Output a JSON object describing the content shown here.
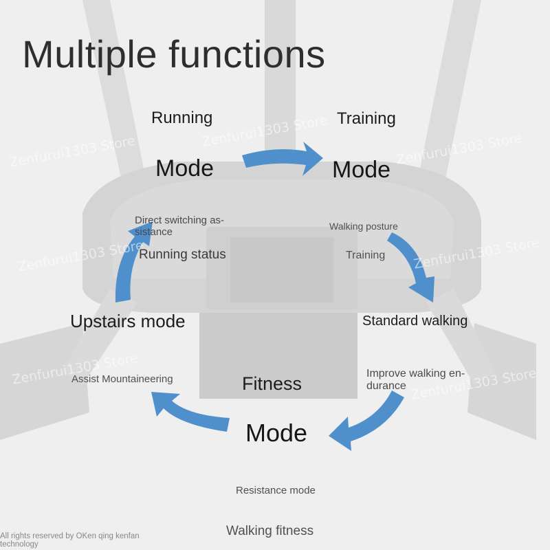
{
  "title": "Multiple functions",
  "modes": {
    "running": {
      "label": "Running",
      "mode": "Mode",
      "description": "Direct switching as-sistance",
      "status": "Running status"
    },
    "training": {
      "label": "Training",
      "mode": "Mode",
      "posture": "Walking posture",
      "sub": "Training",
      "standard": "Standard walking"
    },
    "fitness": {
      "label": "Fitness",
      "mode": "Mode",
      "endurance": "Improve walking en-durance",
      "resistance": "Resistance mode",
      "walking": "Walking fitness"
    },
    "upstairs": {
      "label": "Upstairs mode",
      "assist": "Assist Mountaineering"
    }
  },
  "watermark": "Zenfurui1303 Store",
  "footer": "All rights reserved by OKen qing kenfan technology",
  "colors": {
    "arrow": "#4f8fcb",
    "background": "#efefef",
    "text": "#1c1c1c"
  }
}
